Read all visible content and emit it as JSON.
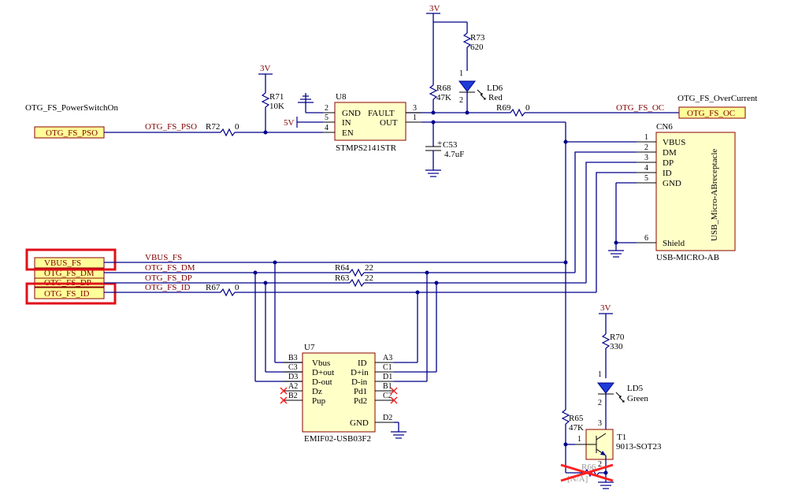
{
  "power": {
    "v3_top": "3V",
    "v3_r71": "3V",
    "v3_r70": "3V",
    "v5": "5V"
  },
  "ports": {
    "pso_title": "OTG_FS_PowerSwitchOn",
    "pso": "OTG_FS_PSO",
    "oc_title": "OTG_FS_OverCurrent",
    "oc": "OTG_FS_OC",
    "vbus": "VBUS_FS",
    "dm": "OTG_FS_DM",
    "dp": "OTG_FS_DP",
    "id": "OTG_FS_ID"
  },
  "nets": {
    "pso": "OTG_FS_PSO",
    "oc": "OTG_FS_OC",
    "vbus": "VBUS_FS",
    "dm": "OTG_FS_DM",
    "dp": "OTG_FS_DP",
    "id": "OTG_FS_ID"
  },
  "resistors": {
    "r71": {
      "ref": "R71",
      "val": "10K"
    },
    "r72": {
      "ref": "R72",
      "val": "0"
    },
    "r73": {
      "ref": "R73",
      "val": "620"
    },
    "r68": {
      "ref": "R68",
      "val": "47K"
    },
    "r69": {
      "ref": "R69",
      "val": "0"
    },
    "r64": {
      "ref": "R64",
      "val": "22"
    },
    "r63": {
      "ref": "R63",
      "val": "22"
    },
    "r67": {
      "ref": "R67",
      "val": "0"
    },
    "r70": {
      "ref": "R70",
      "val": "330"
    },
    "r65": {
      "ref": "R65",
      "val": "47K"
    },
    "r66": {
      "ref": "R66",
      "val": "[N/A]"
    }
  },
  "cap": {
    "ref": "C53",
    "val": "4.7uF",
    "polarity": "+"
  },
  "leds": {
    "ld6": {
      "ref": "LD6",
      "val": "Red"
    },
    "ld5": {
      "ref": "LD5",
      "val": "Green"
    }
  },
  "u8": {
    "ref": "U8",
    "part": "STMPS2141STR",
    "pins_left": [
      {
        "num": "2",
        "name": "GND"
      },
      {
        "num": "5",
        "name": "IN"
      },
      {
        "num": "4",
        "name": "EN"
      }
    ],
    "pins_right": [
      {
        "num": "3",
        "name": "FAULT"
      },
      {
        "num": "1",
        "name": "OUT"
      }
    ]
  },
  "cn6": {
    "ref": "CN6",
    "part": "USB-MICRO-AB",
    "body_label": "USB_Micro-ABreceptacle",
    "pins": [
      {
        "num": "1",
        "name": "VBUS"
      },
      {
        "num": "2",
        "name": "DM"
      },
      {
        "num": "3",
        "name": "DP"
      },
      {
        "num": "4",
        "name": "ID"
      },
      {
        "num": "5",
        "name": "GND"
      },
      {
        "num": "6",
        "name": "Shield"
      }
    ]
  },
  "u7": {
    "ref": "U7",
    "part": "EMIF02-USB03F2",
    "pins_left": [
      {
        "num": "B3",
        "name": "Vbus"
      },
      {
        "num": "C3",
        "name": "D+out"
      },
      {
        "num": "D3",
        "name": "D-out"
      },
      {
        "num": "A2",
        "name": "Dz"
      },
      {
        "num": "B2",
        "name": "Pup"
      }
    ],
    "pins_right": [
      {
        "num": "A3",
        "name": "ID"
      },
      {
        "num": "C1",
        "name": "D+in"
      },
      {
        "num": "D1",
        "name": "D-in"
      },
      {
        "num": "B1",
        "name": "Pd1"
      },
      {
        "num": "C2",
        "name": "Pd2"
      },
      {
        "num": "D2",
        "name": "GND"
      }
    ]
  },
  "t1": {
    "ref": "T1",
    "part": "9013-SOT23",
    "pins": {
      "base": "1",
      "collector": "3",
      "emitter": "2"
    }
  },
  "led_pins": {
    "ld6_a": "1",
    "ld6_k": "2",
    "ld5_a": "1",
    "ld5_k": "2",
    "t1_c": "3",
    "t1_e": "2"
  }
}
